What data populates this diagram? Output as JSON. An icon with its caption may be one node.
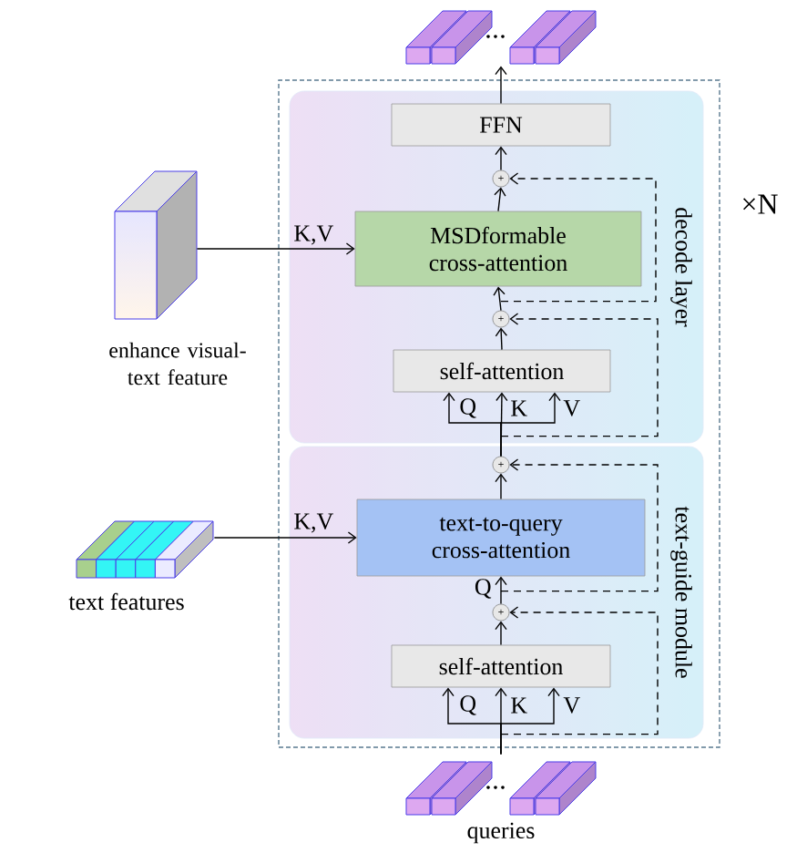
{
  "diagram": {
    "nodes": [
      {
        "text": [],
        "shape": "box",
        "beside": [
          "×N"
        ]
      },
      {
        "text": [
          "decode layer"
        ],
        "in": 0
      },
      {
        "text": [
          "FFN"
        ],
        "in": 1
      },
      {
        "text": [
          "MSDformable cross-attention"
        ],
        "in": 1
      },
      {
        "text": [
          "self-attention"
        ],
        "in": 1
      },
      {
        "text": [
          "+"
        ],
        "in": 1
      },
      {
        "text": [
          "+"
        ],
        "in": 1
      },
      {
        "text": [
          "text-guide module"
        ],
        "in": 0
      },
      {
        "text": [
          "text-to-query cross-attention"
        ],
        "in": 7
      },
      {
        "text": [
          "self-attention"
        ],
        "in": 7
      },
      {
        "text": [
          "+"
        ],
        "in": 7
      },
      {
        "text": [
          "+"
        ],
        "in": 7
      },
      {
        "text": [],
        "shape": "picture"
      },
      {
        "text": [
          "enhance visual-text feature"
        ]
      },
      {
        "text": [
          "text features"
        ]
      },
      {
        "text": [
          "queries"
        ]
      }
    ],
    "edges": [
      {
        "from": 15,
        "to": 9,
        "arrow": "to",
        "label": "Q"
      },
      {
        "from": 15,
        "to": 9,
        "arrow": "to",
        "label": "K"
      },
      {
        "from": 15,
        "to": 9,
        "arrow": "to",
        "label": "V"
      },
      {
        "from": 9,
        "to": 11,
        "arrow": "to"
      },
      {
        "from": 15,
        "to": 11,
        "arrow": "to",
        "style": "dashed"
      },
      {
        "from": 11,
        "to": 8,
        "arrow": "to",
        "label": "Q"
      },
      {
        "from": 11,
        "to": 10,
        "arrow": "to",
        "style": "dashed"
      },
      {
        "from": 14,
        "to": 8,
        "arrow": "to",
        "label": "K,V"
      },
      {
        "from": 8,
        "to": 10,
        "arrow": "to"
      },
      {
        "from": 10,
        "to": 4,
        "arrow": "to",
        "label": "Q"
      },
      {
        "from": 10,
        "to": 4,
        "arrow": "to",
        "label": "K"
      },
      {
        "from": 10,
        "to": 4,
        "arrow": "to",
        "label": "V"
      },
      {
        "from": 4,
        "to": 6,
        "arrow": "to"
      },
      {
        "from": 10,
        "to": 6,
        "arrow": "to",
        "style": "dashed"
      },
      {
        "from": 6,
        "to": 3,
        "arrow": "to"
      },
      {
        "from": 6,
        "to": 5,
        "arrow": "to",
        "style": "dashed"
      },
      {
        "from": 13,
        "to": 3,
        "arrow": "to",
        "label": "K,V"
      },
      {
        "from": 3,
        "to": 5,
        "arrow": "to"
      },
      {
        "from": 5,
        "to": 2,
        "arrow": "to"
      },
      {
        "from": 2,
        "to": 12,
        "arrow": "to"
      }
    ]
  }
}
